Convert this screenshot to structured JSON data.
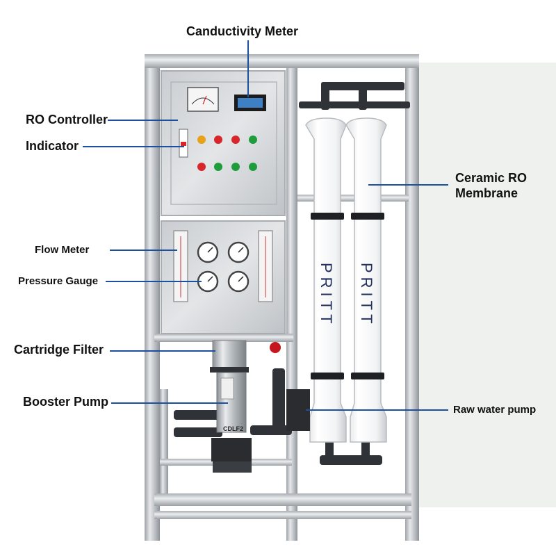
{
  "labels": {
    "conductivity_meter": "Canductivity Meter",
    "ro_controller": "RO Controller",
    "indicator": "Indicator",
    "ceramic_ro_membrane_line1": "Ceramic  RO",
    "ceramic_ro_membrane_line2": "Membrane",
    "flow_meter": "Flow Meter",
    "pressure_gauge": "Pressure Gauge",
    "cartridge_filter": "Cartridge Filter",
    "booster_pump": "Booster Pump",
    "raw_water_pump": "Raw water pump"
  },
  "machine": {
    "membrane_brand": "PRITT",
    "pump_model": "CDLF2"
  },
  "colors": {
    "leader_line": "#1d4fa0",
    "frame_steel": "#c9ccd0",
    "membrane_white": "#f6f7f8",
    "button_red": "#d8262a",
    "button_green": "#1f9d3d",
    "button_yellow": "#e8a21a",
    "meter_lcd": "#3f7fc4",
    "panel_steel": "#d7dadd"
  }
}
